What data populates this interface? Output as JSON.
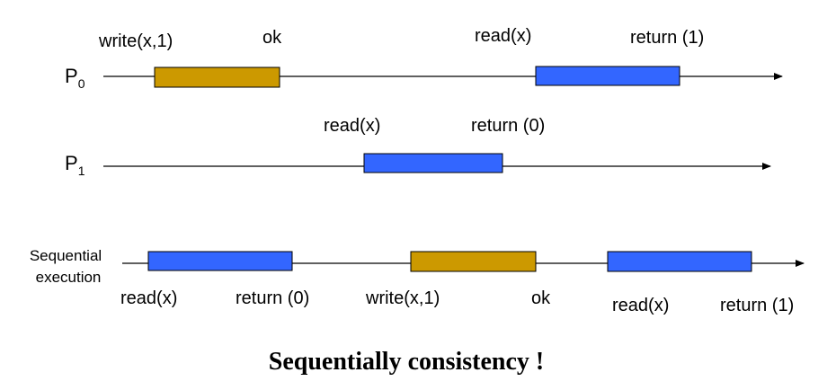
{
  "colors": {
    "write_op": "#cc9900",
    "read_op": "#3366ff",
    "line": "#000000"
  },
  "processes": {
    "p0": {
      "name": "P",
      "subscript": "0"
    },
    "p1": {
      "name": "P",
      "subscript": "1"
    }
  },
  "timelines": {
    "p0": {
      "ops": [
        {
          "kind": "write",
          "call": "write(x,1)",
          "response": "ok"
        },
        {
          "kind": "read",
          "call": "read(x)",
          "response": "return (1)"
        }
      ]
    },
    "p1": {
      "ops": [
        {
          "kind": "read",
          "call": "read(x)",
          "response": "return (0)"
        }
      ]
    },
    "sequential": {
      "label_line1": "Sequential",
      "label_line2": "execution",
      "ops": [
        {
          "kind": "read",
          "call": "read(x)",
          "response": "return (0)"
        },
        {
          "kind": "write",
          "call": "write(x,1)",
          "response": "ok"
        },
        {
          "kind": "read",
          "call": "read(x)",
          "response": "return (1)"
        }
      ]
    }
  },
  "caption": "Sequentially consistency !"
}
